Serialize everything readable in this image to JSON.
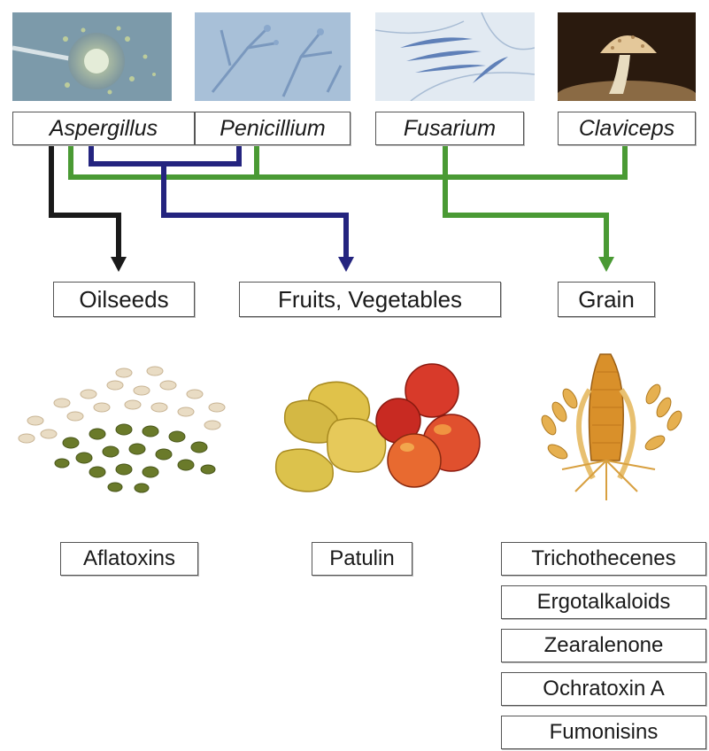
{
  "colors": {
    "aspergillus_to_oilseeds": "#1a1a1a",
    "to_fruits_vegetables": "#24247f",
    "to_grain": "#4a9a34"
  },
  "genera": [
    {
      "name": "Aspergillus",
      "photo": "aspergillus-micrograph"
    },
    {
      "name": "Penicillium",
      "photo": "penicillium-micrograph"
    },
    {
      "name": "Fusarium",
      "photo": "fusarium-micrograph"
    },
    {
      "name": "Claviceps",
      "photo": "claviceps-photo"
    }
  ],
  "foods": [
    {
      "name": "Oilseeds",
      "image": "oilseeds-image"
    },
    {
      "name": "Fruits, Vegetables",
      "image": "fruits-image"
    },
    {
      "name": "Grain",
      "image": "grain-image"
    }
  ],
  "toxins": {
    "oilseeds": [
      "Aflatoxins"
    ],
    "fruits_vegetables": [
      "Patulin"
    ],
    "grain": [
      "Trichothecenes",
      "Ergotalkaloids",
      "Zearalenone",
      "Ochratoxin A",
      "Fumonisins"
    ]
  }
}
